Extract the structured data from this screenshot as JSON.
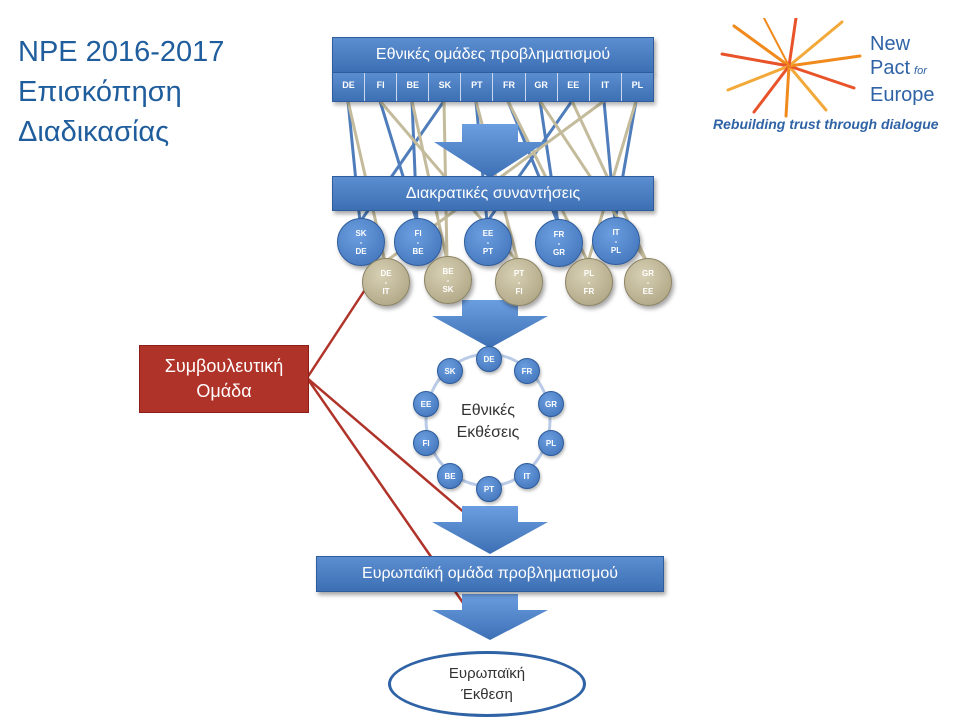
{
  "title": {
    "line1": "NPE 2016-2017",
    "line2": "Επισκόπηση",
    "line3": "Διαδικασίας"
  },
  "logo": {
    "line1": "New",
    "line2": "Pact",
    "line2_small": "for",
    "line3": "Europe",
    "slogan": "Rebuilding trust through dialogue"
  },
  "national_groups": {
    "label": "Εθνικές ομάδες προβληματισμού",
    "countries": [
      "DE",
      "FI",
      "BE",
      "SK",
      "PT",
      "FR",
      "GR",
      "EE",
      "IT",
      "PL"
    ]
  },
  "transnational": {
    "label": "Διακρατικές συναντήσεις"
  },
  "pairs_blue": [
    {
      "a": "SK",
      "sep": "-",
      "b": "DE"
    },
    {
      "a": "FI",
      "sep": "-",
      "b": "BE"
    },
    {
      "a": "EE",
      "sep": "-",
      "b": "PT"
    },
    {
      "a": "FR",
      "sep": "-",
      "b": "GR"
    },
    {
      "a": "IT",
      "sep": "-",
      "b": "PL"
    }
  ],
  "pairs_tan": [
    {
      "a": "DE",
      "sep": "-",
      "b": "IT"
    },
    {
      "a": "BE",
      "sep": "-",
      "b": "SK"
    },
    {
      "a": "PT",
      "sep": "-",
      "b": "FI"
    },
    {
      "a": "PL",
      "sep": "-",
      "b": "FR"
    },
    {
      "a": "GR",
      "sep": "-",
      "b": "EE"
    }
  ],
  "advisory": {
    "line1": "Συμβουλευτική",
    "line2": "Ομάδα"
  },
  "national_reports": {
    "line1": "Εθνικές",
    "line2": "Εκθέσεις",
    "cycle": [
      "DE",
      "FR",
      "GR",
      "PL",
      "IT",
      "PT",
      "BE",
      "FI",
      "EE",
      "SK"
    ]
  },
  "european_group": {
    "label": "Ευρωπαϊκή ομάδα προβληματισμού"
  },
  "european_report": {
    "line1": "Ευρωπαϊκή",
    "line2": "Έκθεση"
  },
  "colors": {
    "blue": "#3d6fb4",
    "red": "#b03329",
    "tan": "#bdb491",
    "arrow": "#4a7cc4"
  }
}
